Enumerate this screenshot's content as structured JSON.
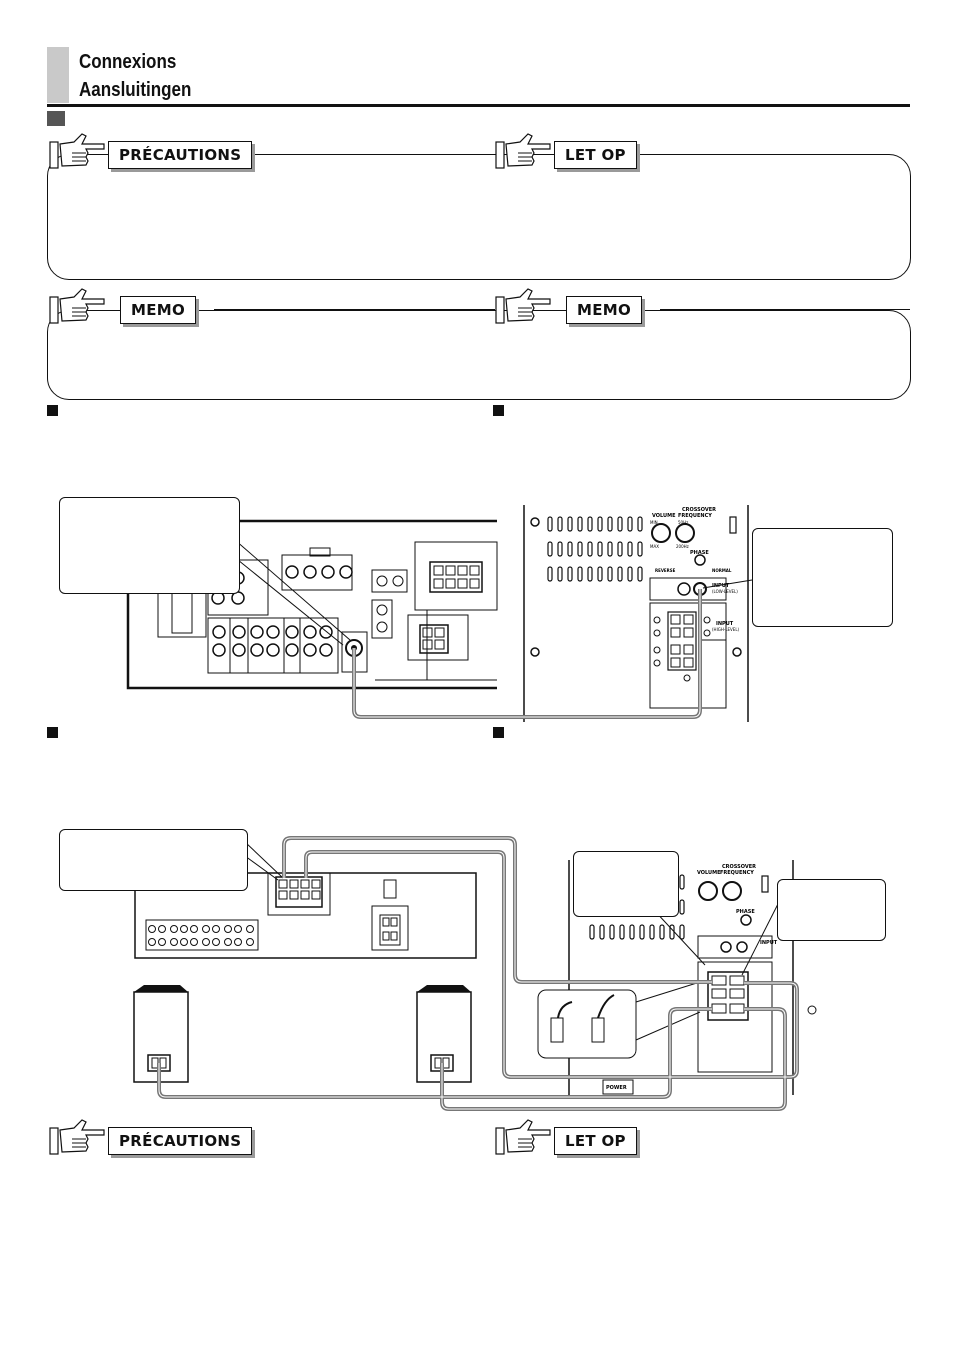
{
  "header": {
    "title_fr": "Connexions",
    "title_nl": "Aansluitingen"
  },
  "notes": {
    "precautions_label": "PRÉCAUTIONS",
    "letop_label": "LET OP",
    "memo_label": "MEMO"
  },
  "figure1": {
    "sub_input_label": "INPUT",
    "sub_input_sub": "(LOW-LEVEL)",
    "sub_input2_label": "INPUT",
    "sub_input2_sub": "(HIGH-LEVEL)",
    "volume_label": "VOLUME",
    "crossover_label": "CROSSOVER",
    "frequency_label": "FREQUENCY",
    "min_label": "MIN",
    "max_label": "MAX",
    "freq_low": "50Hz",
    "freq_high": "200Hz",
    "phase_label": "PHASE",
    "reverse_label": "REVERSE",
    "normal_label": "NORMAL"
  },
  "figure2": {
    "power_label": "POWER"
  },
  "colors": {
    "title_bar": "#c9c9c9",
    "cable": "#777777"
  }
}
